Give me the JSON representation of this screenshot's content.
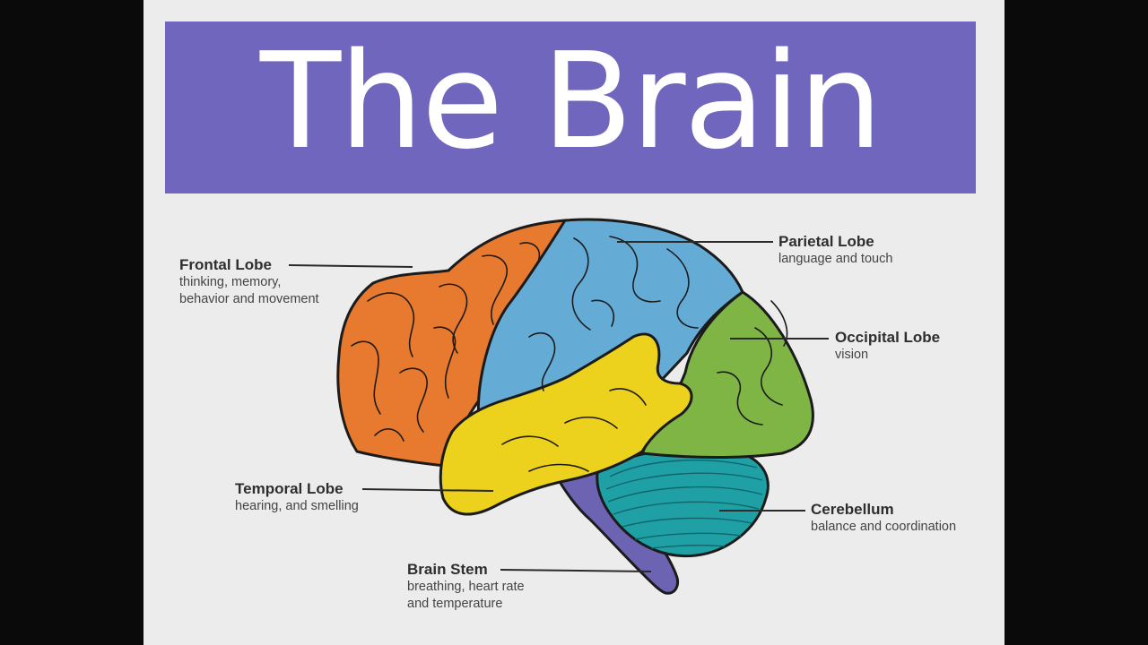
{
  "title": "The Brain",
  "colors": {
    "banner": "#7066bd",
    "background": "#ececec",
    "frontal": "#e87a2f",
    "parietal": "#64acd6",
    "occipital": "#7fb544",
    "temporal": "#ecd11d",
    "cerebellum": "#1fa0a5",
    "brain_stem": "#6c63b3"
  },
  "labels": {
    "frontal": {
      "name": "Frontal Lobe",
      "line1": "thinking, memory,",
      "line2": "behavior and movement"
    },
    "parietal": {
      "name": "Parietal Lobe",
      "line1": "language and touch"
    },
    "occipital": {
      "name": "Occipital Lobe",
      "line1": "vision"
    },
    "temporal": {
      "name": "Temporal Lobe",
      "line1": "hearing, and smelling"
    },
    "cerebellum": {
      "name": "Cerebellum",
      "line1": "balance and coordination"
    },
    "brain_stem": {
      "name": "Brain Stem",
      "line1": "breathing, heart rate",
      "line2": "and temperature"
    }
  }
}
